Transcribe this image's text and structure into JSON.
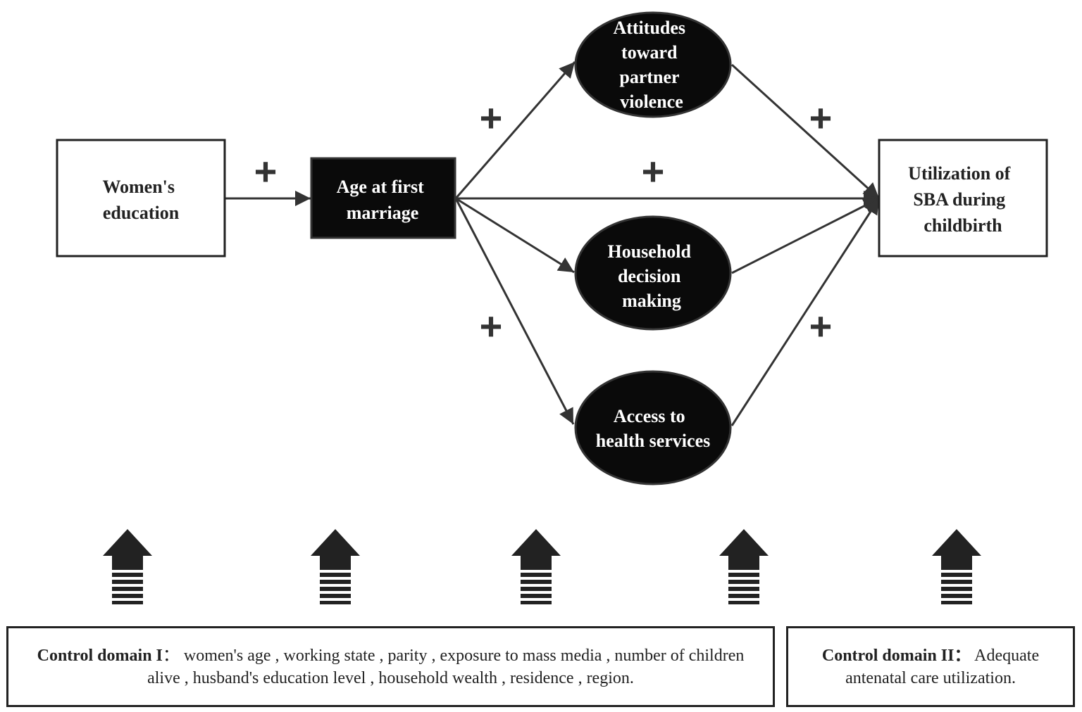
{
  "nodes": {
    "education": [
      "Women's",
      "education"
    ],
    "age_marriage": [
      "Age at first",
      "marriage"
    ],
    "attitudes": [
      "Attitudes",
      "toward",
      "partner",
      "violence"
    ],
    "household": [
      "Household",
      "decision",
      "making"
    ],
    "access": [
      "Access to",
      "health services"
    ],
    "utilization": [
      "Utilization of",
      "SBA during",
      "childbirth"
    ]
  },
  "signs": {
    "education_to_age": "+",
    "age_to_attitudes": "+",
    "age_to_utilization": "+",
    "age_to_access": "+",
    "attitudes_to_utilization": "+",
    "access_to_utilization": "+"
  },
  "controls": {
    "domain1_label": "Control domain I",
    "domain1_sep": "：",
    "domain1_text": "women's  age , working state , parity , exposure to mass media , number of children alive , husband's education level , household wealth , residence , region.",
    "domain2_label": "Control domain II",
    "domain2_sep": "：",
    "domain2_text": "Adequate antenatal care utilization."
  },
  "colors": {
    "node_dark": "#0a0a0a",
    "line": "#333333",
    "arrow_fill": "#222222"
  }
}
